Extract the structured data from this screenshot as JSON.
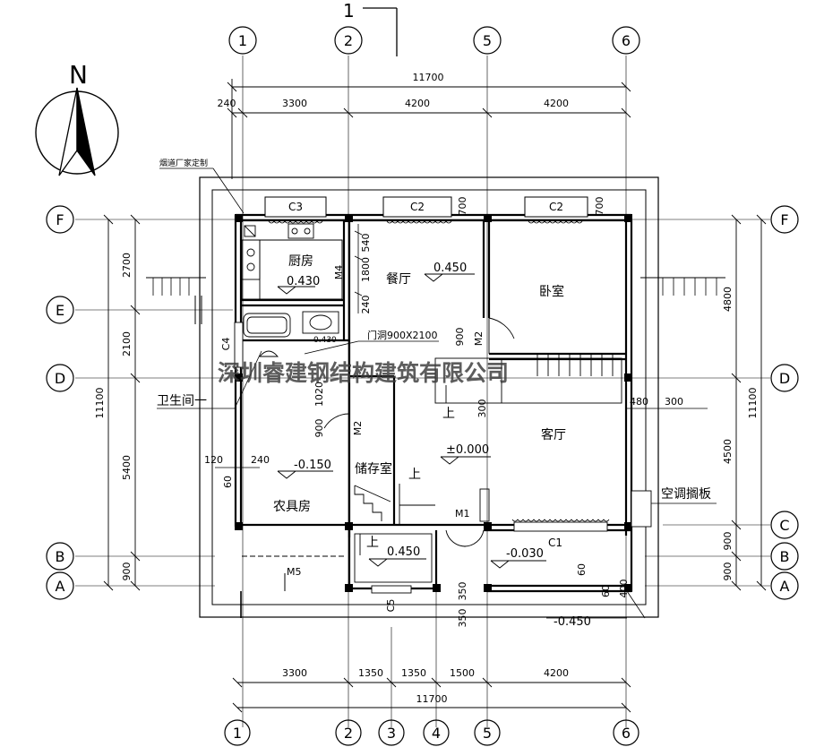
{
  "section_mark": "1",
  "north_label": "N",
  "grid": {
    "top": [
      "1",
      "2",
      "5",
      "6"
    ],
    "bottom": [
      "1",
      "2",
      "3",
      "4",
      "5",
      "6"
    ],
    "left": [
      "F",
      "E",
      "D",
      "B",
      "A"
    ],
    "right": [
      "F",
      "D",
      "C",
      "B",
      "A"
    ]
  },
  "dimensions": {
    "top_total": "11700",
    "top_segments": [
      "240",
      "3300",
      "4200",
      "4200"
    ],
    "bottom_total": "11700",
    "bottom_segments": [
      "3300",
      "1350",
      "1350",
      "1500",
      "4200"
    ],
    "left_outer": "11100",
    "left_segments": [
      "2700",
      "2100",
      "5400",
      "900"
    ],
    "right_outer": "11100",
    "right_segments": [
      "4800",
      "4500",
      "900",
      "900"
    ],
    "misc": {
      "d700a": "700",
      "d700b": "700",
      "d540": "540",
      "d1800": "1800",
      "d240a": "240",
      "d900a": "900",
      "d1020": "1020",
      "d900b": "900",
      "d300a": "300",
      "d480": "480",
      "d300b": "300",
      "d120": "120",
      "d240b": "240",
      "d60a": "60",
      "d60b": "60",
      "d60c": "60",
      "d350a": "350",
      "d350b": "350",
      "d400": "400"
    }
  },
  "rooms": {
    "kitchen": "厨房",
    "dining": "餐厅",
    "bedroom": "卧室",
    "bathroom": "卫生间一",
    "living": "客厅",
    "storage": "储存室",
    "tool_room": "农具房",
    "ac_panel": "空调搁板"
  },
  "elevations": {
    "kitchen": "0.430",
    "dining": "0.450",
    "bath": "0.430",
    "living": "±0.000",
    "tool": "-0.150",
    "stair_landing": "0.450",
    "porch": "-0.030",
    "outside": "-0.450"
  },
  "labels": {
    "chimney_note": "烟道厂家定制",
    "door_note": "门洞900X2100",
    "up1": "上",
    "up2": "上",
    "up3": "上"
  },
  "windows": {
    "c3": "C3",
    "c2a": "C2",
    "c2b": "C2",
    "c1": "C1",
    "c4": "C4",
    "c5": "C5"
  },
  "doors": {
    "m4": "M4",
    "m2a": "M2",
    "m2b": "M2",
    "m1": "M1",
    "m5": "M5"
  },
  "watermark": "深圳睿建钢结构建筑有限公司"
}
